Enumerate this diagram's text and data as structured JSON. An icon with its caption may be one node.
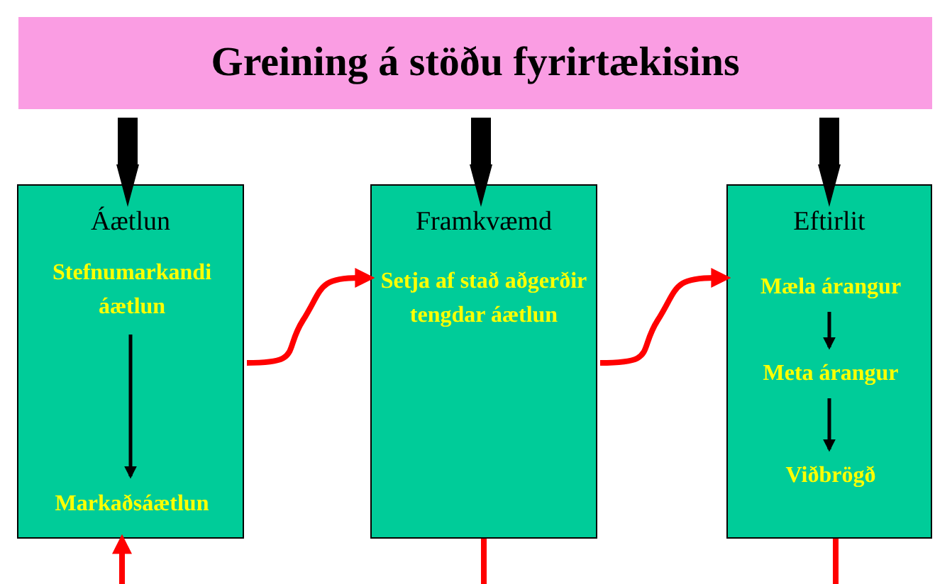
{
  "diagram": {
    "nodes": [
      {
        "text": [
          "Greining á stöðu fyrirtækisins"
        ]
      },
      {
        "text": [
          "Áætlun"
        ]
      },
      {
        "text": [
          "Stefnumarkandi áætlun"
        ],
        "in": 1
      },
      {
        "text": [
          "Markaðsáætlun"
        ],
        "in": 1
      },
      {
        "text": [
          "Framkvæmd",
          "Setja af stað aðgerðir tengdar áætlun"
        ]
      },
      {
        "text": [
          "Eftirlit"
        ]
      },
      {
        "text": [
          "Mæla árangur"
        ],
        "in": 5
      },
      {
        "text": [
          "Meta árangur"
        ],
        "in": 5
      },
      {
        "text": [
          "Viðbrögð"
        ],
        "in": 5
      }
    ],
    "edges": [
      {
        "from": 0,
        "to": 1,
        "arrow": "to",
        "style": "thick"
      },
      {
        "from": 0,
        "to": 4,
        "arrow": "to",
        "style": "thick"
      },
      {
        "from": 0,
        "to": 5,
        "arrow": "to",
        "style": "thick"
      },
      {
        "from": 2,
        "to": 3,
        "arrow": "to"
      },
      {
        "from": 6,
        "to": 7,
        "arrow": "to"
      },
      {
        "from": 7,
        "to": 8,
        "arrow": "to"
      },
      {
        "from": 1,
        "to": 4,
        "arrow": "to",
        "color": "#ff0000"
      },
      {
        "from": 4,
        "to": 5,
        "arrow": "to",
        "color": "#ff0000"
      },
      {
        "from": null,
        "to": 1,
        "arrow": "to",
        "color": "#ff0000"
      },
      {
        "from": 4,
        "to": null,
        "arrow": "none",
        "color": "#ff0000"
      },
      {
        "from": 5,
        "to": null,
        "arrow": "none",
        "color": "#ff0000"
      }
    ]
  }
}
